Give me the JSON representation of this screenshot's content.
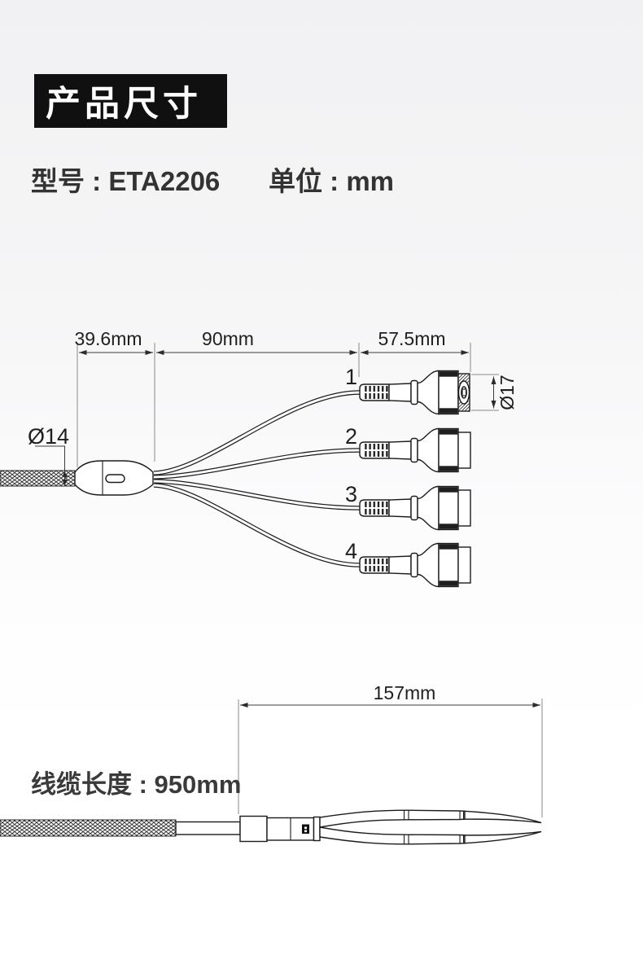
{
  "header": {
    "title": "产品尺寸",
    "model": "型号 : ETA2206",
    "unit": "单位 : mm"
  },
  "top_diagram": {
    "dim_splitter_length": "39.6mm",
    "dim_wire_length": "90mm",
    "dim_connector_length": "57.5mm",
    "cable_diameter": "Ø14",
    "connector_diameter": "Ø17",
    "connector_labels": [
      "1",
      "2",
      "3",
      "4"
    ]
  },
  "bottom_diagram": {
    "dim_probe_length": "157mm",
    "cable_length_label": "线缆长度 : 950mm"
  },
  "colors": {
    "title_bg": "#101010",
    "title_text": "#ffffff",
    "body_text": "#333333",
    "drawing_line": "#1c1c1c",
    "dimension_line": "#3c3c3c",
    "background_top": "#f1f1f3",
    "background_bottom": "#ffffff"
  }
}
